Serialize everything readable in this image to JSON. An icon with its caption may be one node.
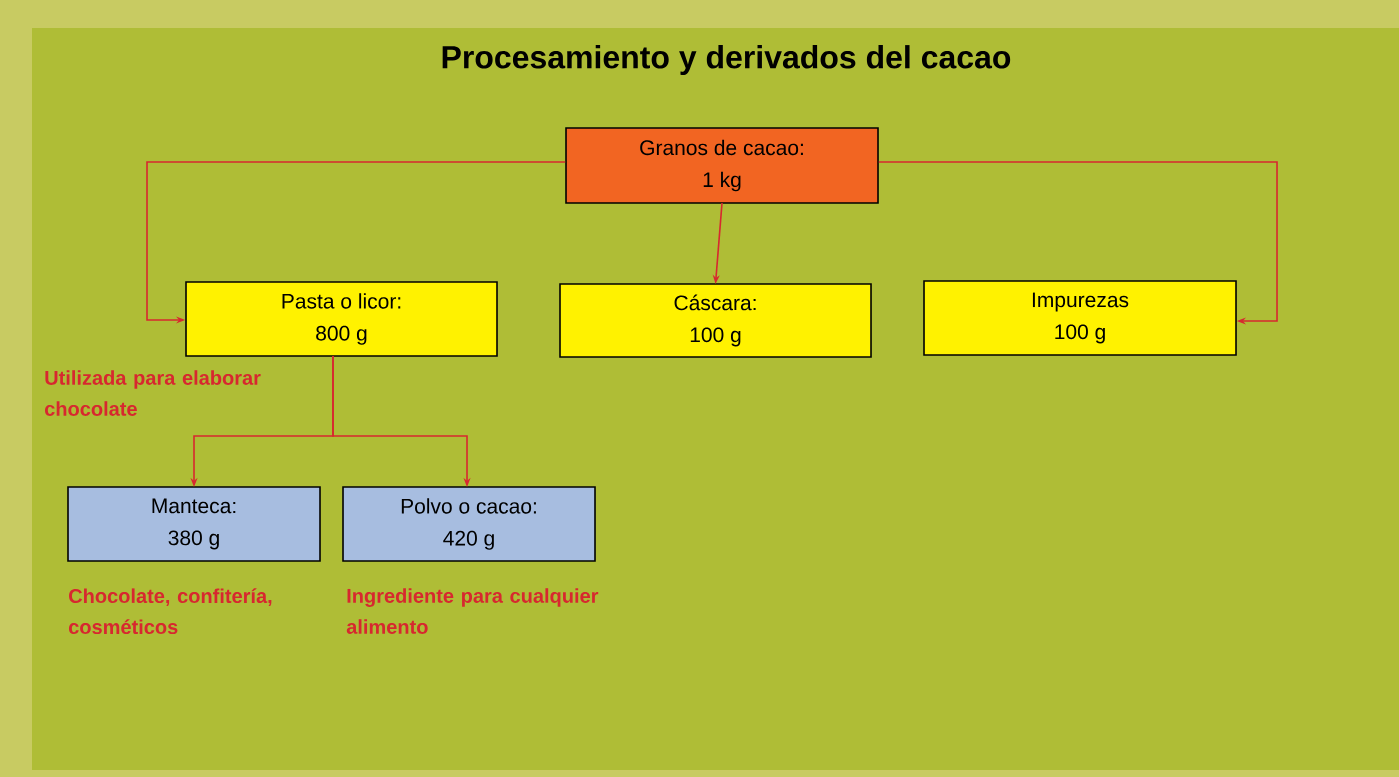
{
  "diagram": {
    "title": "Procesamiento y derivados del cacao",
    "nodes": [
      {
        "text": [
          "Granos de cacao:",
          "1 kg"
        ]
      },
      {
        "text": [
          "Pasta o licor:",
          "800 g"
        ],
        "beside": [
          "Utilizada para elaborar chocolate"
        ]
      },
      {
        "text": [
          "Cáscara:",
          "100 g"
        ]
      },
      {
        "text": [
          "Impurezas",
          "100 g"
        ]
      },
      {
        "text": [
          "Manteca:",
          "380 g"
        ],
        "beside": [
          "Chocolate, confitería, cosméticos"
        ]
      },
      {
        "text": [
          "Polvo o cacao:",
          "420 g"
        ],
        "beside": [
          "Ingrediente para cualquier alimento"
        ]
      }
    ],
    "edges": [
      {
        "from": 0,
        "to": 1,
        "arrow": "to"
      },
      {
        "from": 0,
        "to": 2,
        "arrow": "to"
      },
      {
        "from": 0,
        "to": 3,
        "arrow": "to"
      },
      {
        "from": 1,
        "to": 4,
        "arrow": "to"
      },
      {
        "from": 1,
        "to": 5,
        "arrow": "to"
      }
    ]
  }
}
